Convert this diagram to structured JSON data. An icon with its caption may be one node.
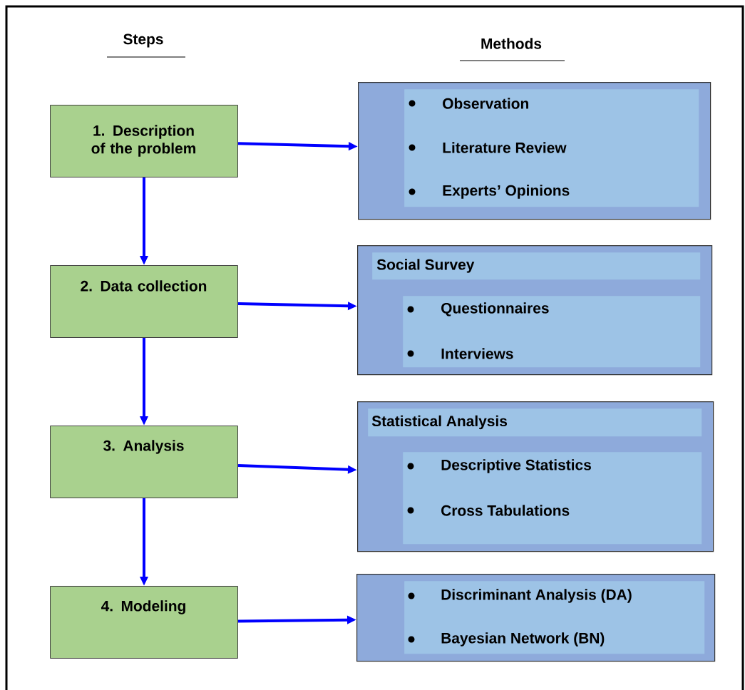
{
  "diagram": {
    "nodes": [
      {
        "text": [
          "1. Description of the problem"
        ]
      },
      {
        "text": [],
        "shape": "box"
      },
      {
        "text": [
          "Observation",
          "Literature Review",
          "Experts’ Opinions"
        ],
        "in": 1
      },
      {
        "text": [
          "2. Data collection"
        ]
      },
      {
        "text": [],
        "shape": "box"
      },
      {
        "text": [
          "Social Survey"
        ],
        "in": 4
      },
      {
        "text": [
          "Questionnaires",
          "Interviews"
        ],
        "in": 4
      },
      {
        "text": [
          "3. Analysis"
        ]
      },
      {
        "text": [],
        "shape": "box"
      },
      {
        "text": [
          "Statistical Analysis"
        ],
        "in": 8
      },
      {
        "text": [
          "Descriptive Statistics",
          "Cross Tabulations"
        ],
        "in": 8
      },
      {
        "text": [
          "4. Modeling"
        ]
      },
      {
        "text": [],
        "shape": "box"
      },
      {
        "text": [
          "Discriminant Analysis (DA)",
          "Bayesian Network (BN)"
        ],
        "in": 12
      }
    ],
    "edges": [
      {
        "from": 0,
        "to": 1,
        "arrow": "to"
      },
      {
        "from": 0,
        "to": 3,
        "arrow": "to"
      },
      {
        "from": 3,
        "to": 4,
        "arrow": "to"
      },
      {
        "from": 3,
        "to": 7,
        "arrow": "to"
      },
      {
        "from": 7,
        "to": 8,
        "arrow": "to"
      },
      {
        "from": 7,
        "to": 11,
        "arrow": "to"
      },
      {
        "from": 11,
        "to": 12,
        "arrow": "to"
      }
    ],
    "labels": [
      "Steps",
      "Methods"
    ]
  }
}
